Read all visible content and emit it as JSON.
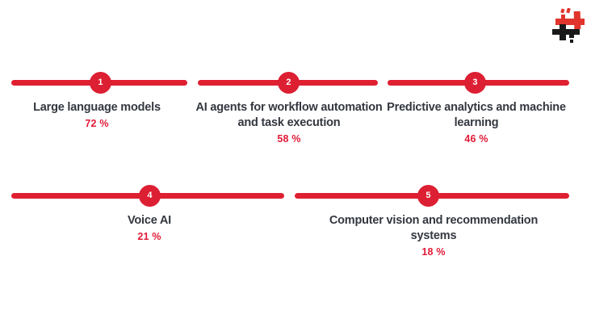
{
  "slide": {
    "background_color": "#FFFFFF",
    "accent_color": "#DE2031",
    "label_color": "#33373F",
    "percent_color": "#E01A36"
  },
  "logo": {
    "name": "brand-logo",
    "shape": "two-overlapping-cross-marks",
    "red_color": "#E0342C",
    "black_color": "#191919"
  },
  "chart_data": {
    "type": "bar",
    "title": "",
    "subtitle": "",
    "xlabel": "",
    "ylabel": "",
    "legend": [],
    "grid": false,
    "categories": [
      "Large language models",
      "AI agents for workflow automation and task execution",
      "Predictive analytics and machine learning",
      "Voice AI",
      "Computer vision and recommendation systems"
    ],
    "values": [
      72,
      58,
      46,
      21,
      18
    ],
    "value_labels": [
      "72 %",
      "58 %",
      "46 %",
      "21 %",
      "18 %"
    ],
    "ranks": [
      "1",
      "2",
      "3",
      "4",
      "5"
    ],
    "unit": "%",
    "ylim": [
      0,
      100
    ]
  },
  "items": [
    {
      "rank": "1",
      "label": "Large language models",
      "percent": "72 %"
    },
    {
      "rank": "2",
      "label": "AI agents for workflow automation and task execution",
      "percent": "58 %"
    },
    {
      "rank": "3",
      "label": "Predictive analytics and machine learning",
      "percent": "46 %"
    },
    {
      "rank": "4",
      "label": "Voice AI",
      "percent": "21 %"
    },
    {
      "rank": "5",
      "label": "Computer vision and recommendation systems",
      "percent": "18 %"
    }
  ]
}
